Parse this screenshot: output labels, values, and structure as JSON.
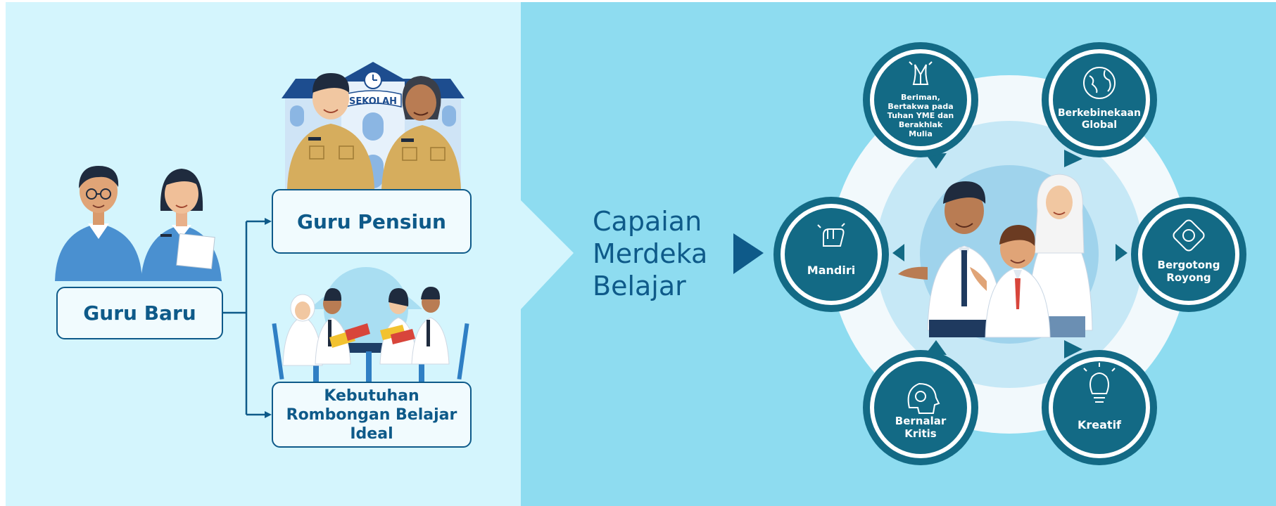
{
  "left": {
    "guru_baru": "Guru Baru",
    "guru_pensiun": "Guru Pensiun",
    "rombongan_lines": [
      "Kebutuhan",
      "Rombongan Belajar",
      "Ideal"
    ],
    "sekolah_sign": "SEKOLAH"
  },
  "capaian": {
    "lines": [
      "Capaian",
      "Merdeka",
      "Belajar"
    ]
  },
  "profile": {
    "items": [
      {
        "id": "beriman",
        "lines": [
          "Beriman,",
          "Bertakwa pada",
          "Tuhan YME dan",
          "Berakhlak",
          "Mulia"
        ],
        "icon": "praying-hands-icon"
      },
      {
        "id": "berkebinekaan",
        "lines": [
          "Berkebinekaan",
          "Global"
        ],
        "icon": "globe-icon"
      },
      {
        "id": "bergotong",
        "lines": [
          "Bergotong",
          "Royong"
        ],
        "icon": "joined-hands-icon"
      },
      {
        "id": "kreatif",
        "lines": [
          "Kreatif"
        ],
        "icon": "lightbulb-icon"
      },
      {
        "id": "bernalar",
        "lines": [
          "Bernalar",
          "Kritis"
        ],
        "icon": "brain-gear-icon"
      },
      {
        "id": "mandiri",
        "lines": [
          "Mandiri"
        ],
        "icon": "raised-fist-icon"
      }
    ]
  },
  "colors": {
    "navy": "#0e5a89",
    "teal": "#136a85",
    "light_bg": "#d4f5fd",
    "right_bg": "#8edcf0"
  }
}
